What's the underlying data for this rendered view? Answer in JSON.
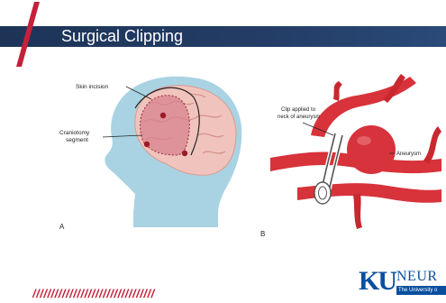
{
  "slide": {
    "title": "Surgical Clipping"
  },
  "figure": {
    "panel_a": {
      "letter": "A",
      "skin_incision_label": "Skin incision",
      "craniotomy_label_line1": "Craniotomy",
      "craniotomy_label_line2": "segment"
    },
    "panel_b": {
      "letter": "B",
      "clip_label_line1": "Clip applied to",
      "clip_label_line2": "neck of aneurysm",
      "aneurysm_label": "Aneurysm"
    }
  },
  "footer": {
    "slashes": "/////////////////////////////////",
    "logo_mark": "KU",
    "logo_word": "NEUR",
    "logo_sub": "The University o"
  },
  "colors": {
    "title_bar": "#1d3457",
    "accent_red": "#c4213a",
    "ku_blue": "#0a4f9e",
    "skin": "#a9d3e3",
    "brain": "#f0c4bc",
    "vessel": "#d8323a"
  }
}
